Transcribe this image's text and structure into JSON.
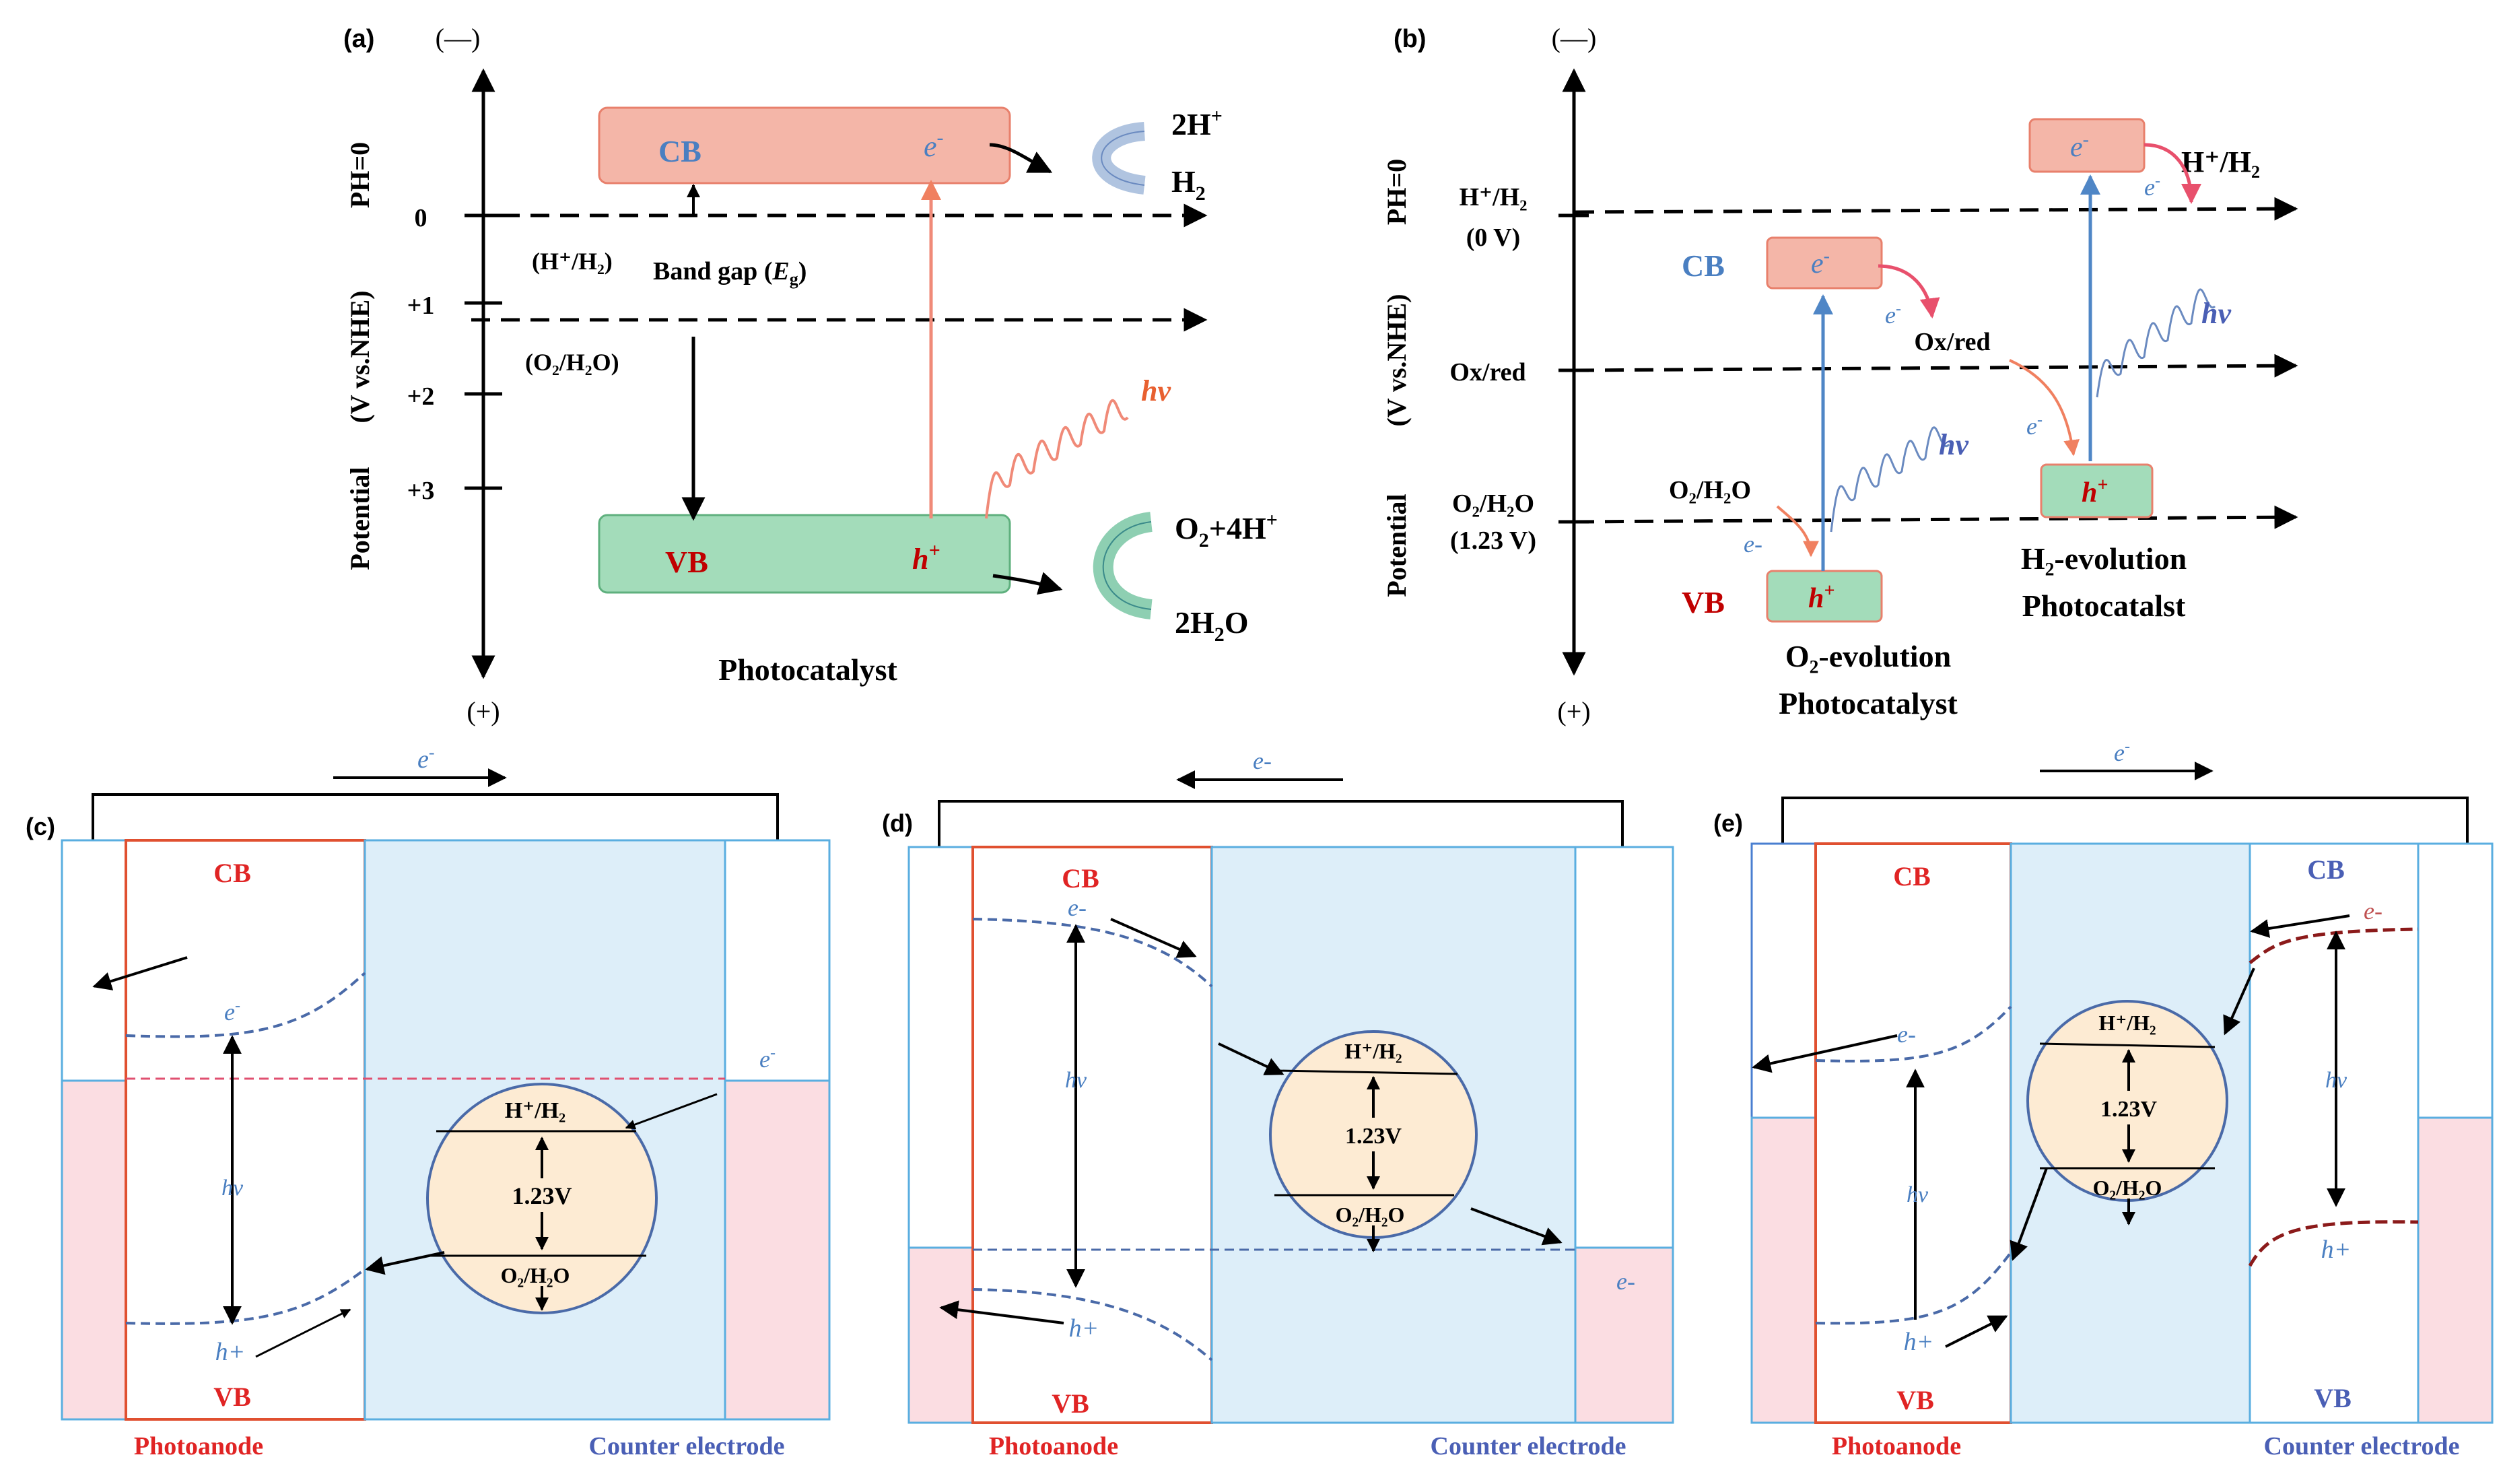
{
  "colors": {
    "cb_fill": "#f4b6a8",
    "cb_stroke": "#e8806c",
    "vb_fill": "#a3dcba",
    "vb_stroke": "#5fb07e",
    "red_text": "#c00000",
    "blue_text": "#4a7fc1",
    "blue_line": "#4f86c6",
    "water": "#ddeef9",
    "pink": "#fbdde2",
    "circle_fill": "#fdebd3",
    "dark_red_curve": "#8b1a1a",
    "label_red": "#e02424",
    "label_blue": "#4a5fb5",
    "orange_arrow": "#f08060"
  },
  "panel_a": {
    "label": "(a)",
    "axis_top": "(—)",
    "axis_bottom": "(+)",
    "ph": "PH=0",
    "axis_title_1": "Potential",
    "axis_title_2": "(V vs.NHE)",
    "ticks": [
      "0",
      "+1",
      "+2",
      "+3"
    ],
    "cb": "CB",
    "vb": "VB",
    "e_minus": "e",
    "e_sup": "-",
    "h_plus": "h",
    "h_sup": "+",
    "h2_couple": "(H⁺/H₂)",
    "o2_couple": "(O₂/H₂O)",
    "band_gap": "Band gap (",
    "band_gap_e": "E",
    "band_gap_sub": "g",
    "band_gap_close": ")",
    "hv": "hv",
    "r_2h": "2H",
    "r_2h_sup": "+",
    "r_h2": "H",
    "r_h2_sub": "2",
    "r_o2": "O",
    "r_o2_sub": "2",
    "r_o2_rest": "+4H",
    "r_o2_sup": "+",
    "r_2h2o": "2H",
    "r_2h2o_sub": "2",
    "r_2h2o_rest": "O",
    "title": "Photocatalyst"
  },
  "panel_b": {
    "label": "(b)",
    "axis_top": "(—)",
    "axis_bottom": "(+)",
    "ph": "PH=0",
    "axis_title_1": "Potential",
    "axis_title_2": "(V vs.NHE)",
    "lvl_h2_a": "H⁺/H₂",
    "lvl_h2_b": "(0 V)",
    "lvl_oxred": "Ox/red",
    "lvl_o2_a": "O₂/H₂O",
    "lvl_o2_b": "(1.23 V)",
    "cb": "CB",
    "vb": "VB",
    "e_minus": "e",
    "e_sup": "-",
    "e_dash": "e-",
    "h_plus": "h",
    "h_sup": "+",
    "hv": "hv",
    "oxred_mid": "Ox/red",
    "o2h2o_small": "O₂/H₂O",
    "h_h2": "H⁺/H₂",
    "o2_title_1": "O₂-evolution",
    "o2_title_2": "Photocatalyst",
    "h2_title_1": "H₂-evolution",
    "h2_title_2": "Photocatalst"
  },
  "panel_c": {
    "label": "(c)",
    "cb": "CB",
    "vb": "VB",
    "e_top": "e",
    "e_top_sup": "-",
    "e_left": "e",
    "e_left_sup": "-",
    "e_right": "e",
    "e_right_sup": "-",
    "hv": "hv",
    "h_plus": "h+",
    "circle_top": "H⁺/H₂",
    "circle_mid": "1.23V",
    "circle_bot": "O₂/H₂O",
    "photoanode": "Photoanode",
    "counter": "Counter electrode"
  },
  "panel_d": {
    "label": "(d)",
    "cb": "CB",
    "vb": "VB",
    "e_top": "e-",
    "e_cb": "e-",
    "e_right": "e-",
    "hv": "hv",
    "h_plus": "h+",
    "circle_top": "H⁺/H₂",
    "circle_mid": "1.23V",
    "circle_bot": "O₂/H₂O",
    "photoanode": "Photoanode",
    "counter": "Counter electrode"
  },
  "panel_e": {
    "label": "(e)",
    "cb_left": "CB",
    "vb_left": "VB",
    "cb_right": "CB",
    "vb_right": "VB",
    "e_top": "e",
    "e_top_sup": "-",
    "e_left": "e-",
    "e_right": "e-",
    "hv_left": "hv",
    "hv_right": "hv",
    "h_left": "h+",
    "h_right": "h+",
    "circle_top": "H⁺/H₂",
    "circle_mid": "1.23V",
    "circle_bot": "O₂/H₂O",
    "photoanode": "Photoanode",
    "counter": "Counter electrode"
  }
}
